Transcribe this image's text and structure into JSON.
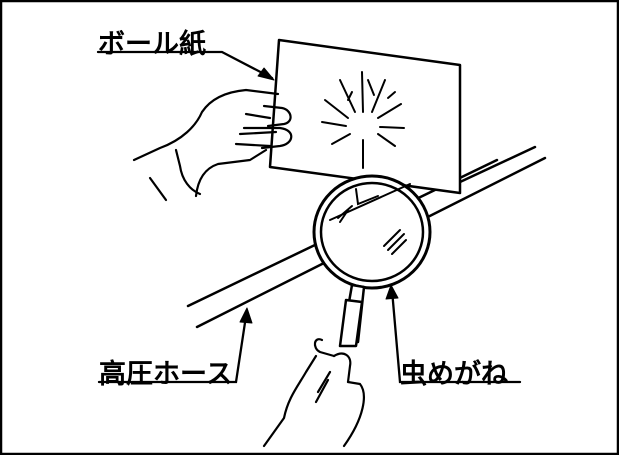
{
  "labels": {
    "cardboard": "ボール紙",
    "hose": "高圧ホース",
    "magnifier": "虫めがね"
  }
}
